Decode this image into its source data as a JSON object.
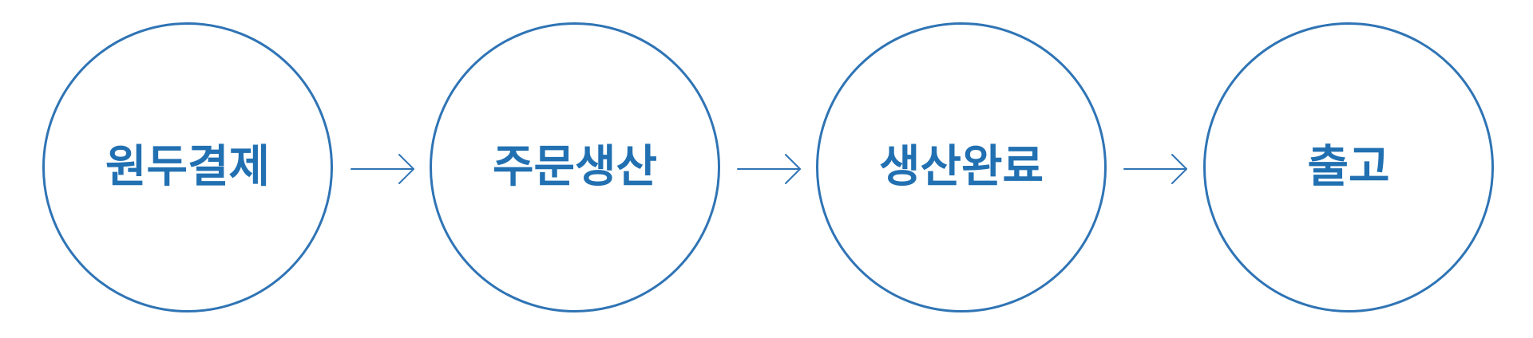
{
  "flow": {
    "accent_color": "#2f74b5",
    "text_color": "#2170b2",
    "steps": [
      {
        "label": "원두결제"
      },
      {
        "label": "주문생산"
      },
      {
        "label": "생산완료"
      },
      {
        "label": "출고"
      }
    ],
    "connector_icon": "right-arrow-icon"
  }
}
